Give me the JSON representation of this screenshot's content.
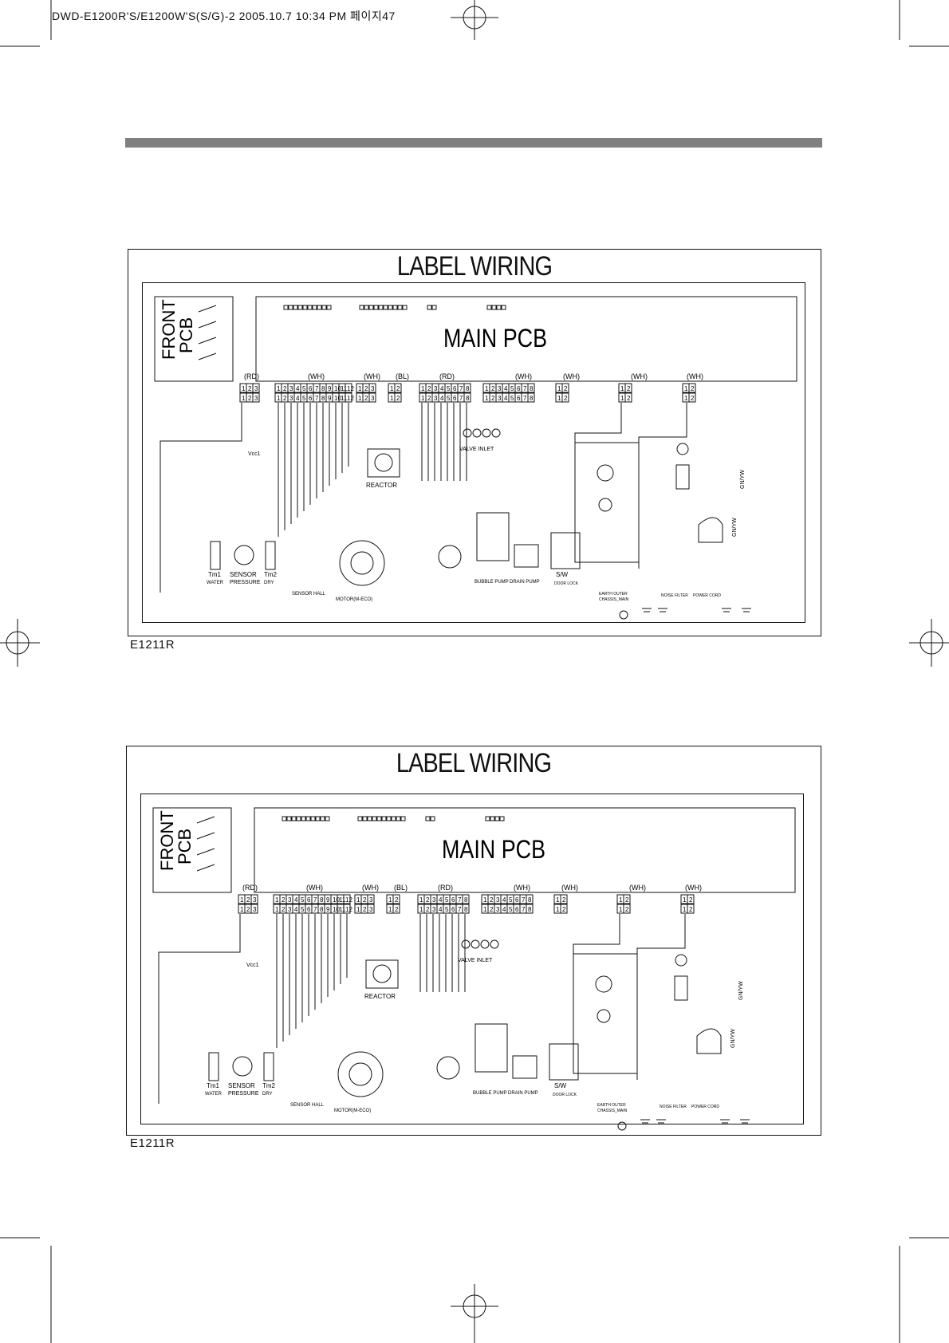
{
  "header": {
    "file_line": "DWD-E1200R'S/E1200W'S(S/G)-2  2005.10.7 10:34 PM 페이지47"
  },
  "diagrams": [
    {
      "title": "LABEL WIRING",
      "model_code": "E1211R"
    },
    {
      "title": "LABEL WIRING",
      "model_code": "E1211R"
    }
  ],
  "pcb": {
    "main": "MAIN PCB",
    "front_line1": "FRONT",
    "front_line2": "PCB"
  },
  "connector_colors": [
    "(RD)",
    "(WH)",
    "(WH)",
    "(BL)",
    "(RD)",
    "(WH)",
    "(WH)",
    "(WH)",
    "(WH)"
  ],
  "components": {
    "reactor": "REACTOR",
    "sensor_line1": "SENSOR",
    "sensor_line2": "PRESSURE",
    "th1": "Tm1",
    "th1_sub": "WATER",
    "th2": "Tm2",
    "th2_sub": "DRY",
    "sensor_hall": "SENSOR HALL",
    "motor": "MOTOR(M-ECO)",
    "drain_pump": "DRAIN PUMP",
    "bubble_pump": "BUBBLE PUMP",
    "door_lock": "S/W",
    "door_lock_sub": "DOOR LOCK",
    "valve_inlet": "VALVE INLET",
    "vcc": "Vcc1",
    "earth": "EARTH OUTER",
    "earth_sub": "CHASSIS_MAIN",
    "gn_yw": "GN/YW",
    "power_cord": "POWER CORD",
    "noise_filter": "NOISE FILTER"
  },
  "pin_rows": {
    "p3": [
      "1",
      "2",
      "3"
    ],
    "p4": [
      "1",
      "2"
    ],
    "p10": [
      "1",
      "2",
      "3",
      "4",
      "5",
      "6",
      "7",
      "8",
      "9",
      "10",
      "11",
      "12"
    ],
    "p8": [
      "1",
      "2",
      "3",
      "4",
      "5",
      "6",
      "7",
      "8"
    ],
    "p2": [
      "1",
      "2"
    ]
  },
  "colors": {
    "line": "#111111",
    "bar": "#808080"
  }
}
